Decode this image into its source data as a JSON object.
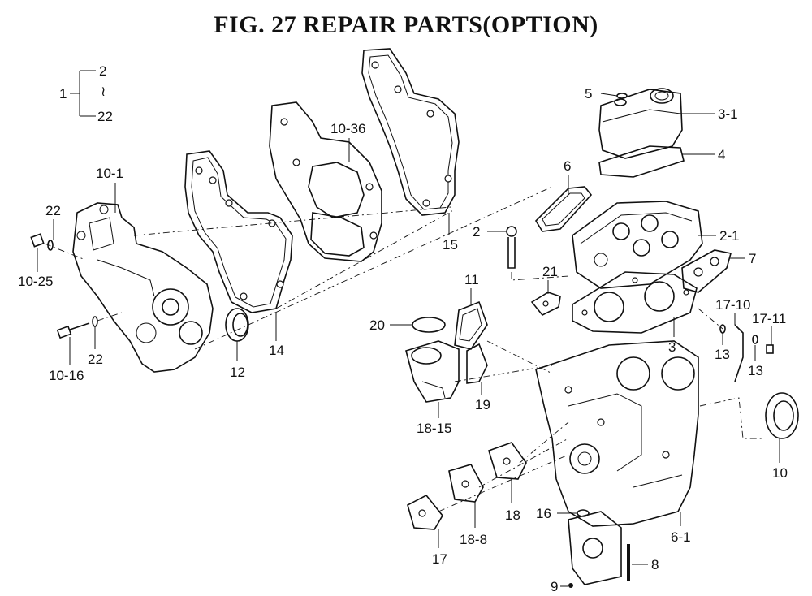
{
  "figure": {
    "title": "FIG. 27  REPAIR PARTS(OPTION)"
  },
  "bracket": {
    "main": "1",
    "top": "2",
    "range_mark": "≀",
    "bottom": "22"
  },
  "callouts": [
    {
      "id": "c-10-1",
      "label": "10-1"
    },
    {
      "id": "c-22a",
      "label": "22"
    },
    {
      "id": "c-10-25",
      "label": "10-25"
    },
    {
      "id": "c-10-16",
      "label": "10-16"
    },
    {
      "id": "c-22b",
      "label": "22"
    },
    {
      "id": "c-12",
      "label": "12"
    },
    {
      "id": "c-14",
      "label": "14"
    },
    {
      "id": "c-10-36",
      "label": "10-36"
    },
    {
      "id": "c-15",
      "label": "15"
    },
    {
      "id": "c-5",
      "label": "5"
    },
    {
      "id": "c-3-1",
      "label": "3-1"
    },
    {
      "id": "c-4",
      "label": "4"
    },
    {
      "id": "c-6",
      "label": "6"
    },
    {
      "id": "c-2",
      "label": "2"
    },
    {
      "id": "c-2-1",
      "label": "2-1"
    },
    {
      "id": "c-7",
      "label": "7"
    },
    {
      "id": "c-21",
      "label": "21"
    },
    {
      "id": "c-11",
      "label": "11"
    },
    {
      "id": "c-20",
      "label": "20"
    },
    {
      "id": "c-3",
      "label": "3"
    },
    {
      "id": "c-17-10",
      "label": "17-10"
    },
    {
      "id": "c-17-11",
      "label": "17-11"
    },
    {
      "id": "c-13a",
      "label": "13"
    },
    {
      "id": "c-13b",
      "label": "13"
    },
    {
      "id": "c-19",
      "label": "19"
    },
    {
      "id": "c-18-15",
      "label": "18-15"
    },
    {
      "id": "c-10",
      "label": "10"
    },
    {
      "id": "c-18",
      "label": "18"
    },
    {
      "id": "c-16",
      "label": "16"
    },
    {
      "id": "c-18-8",
      "label": "18-8"
    },
    {
      "id": "c-17",
      "label": "17"
    },
    {
      "id": "c-6-1",
      "label": "6-1"
    },
    {
      "id": "c-8",
      "label": "8"
    },
    {
      "id": "c-9",
      "label": "9"
    }
  ]
}
